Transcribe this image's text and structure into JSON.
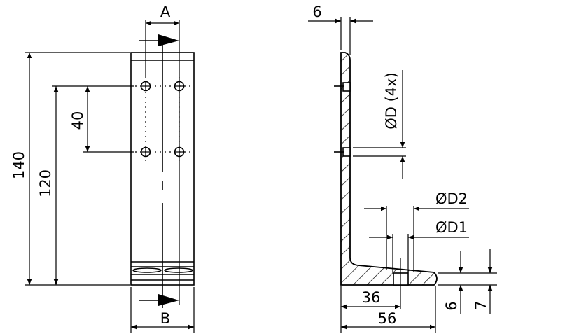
{
  "front_view": {
    "section_label_top": "A",
    "section_label_bottom": "B",
    "dim_overall_height": "140",
    "dim_bottom_to_hole": "120",
    "dim_hole_spacing": "40"
  },
  "side_view": {
    "dim_plate_thickness": "6",
    "dim_hole_diameter": "ØD (4x)",
    "dim_counterbore_diameter": "ØD2",
    "dim_through_hole_diameter": "ØD1",
    "dim_hole_position": "36",
    "dim_flange_length": "56",
    "dim_flange_thickness_a": "6",
    "dim_flange_thickness_b": "7"
  },
  "colors": {
    "line": "#000000",
    "background": "#ffffff"
  }
}
